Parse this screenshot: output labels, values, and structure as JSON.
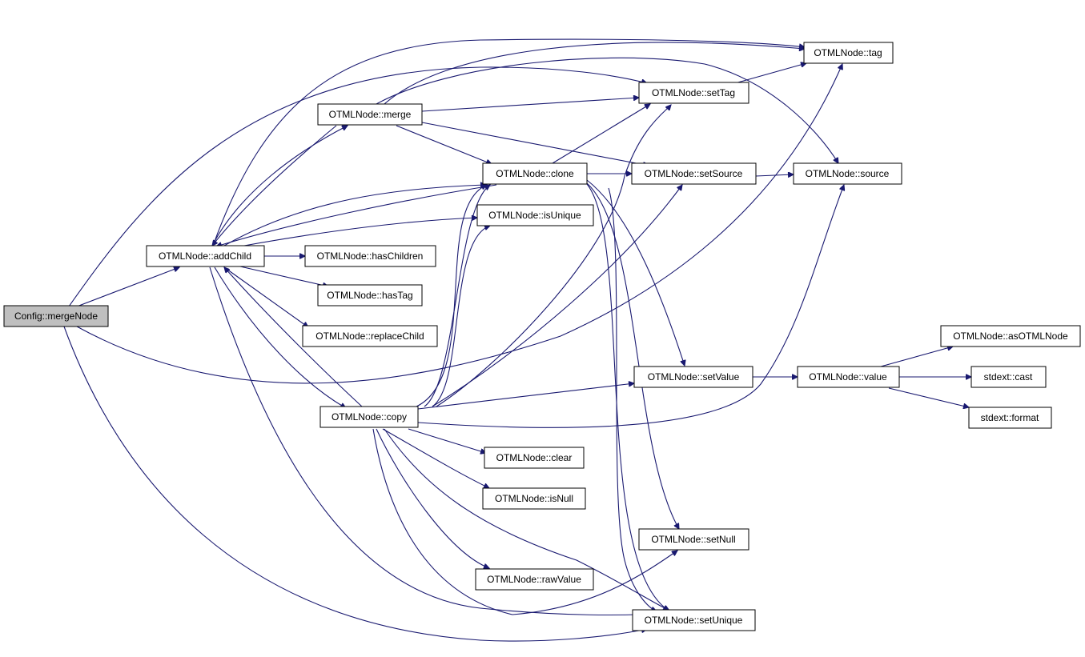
{
  "graph": {
    "root": "Config::mergeNode",
    "colors": {
      "edge": "#191970",
      "node_border": "#000000",
      "root_fill": "#bfbfbf",
      "node_fill": "#ffffff"
    },
    "nodes": {
      "merge_node": "Config::mergeNode",
      "add_child": "OTMLNode::addChild",
      "merge": "OTMLNode::merge",
      "tag": "OTMLNode::tag",
      "set_tag": "OTMLNode::setTag",
      "clone": "OTMLNode::clone",
      "set_source": "OTMLNode::setSource",
      "source": "OTMLNode::source",
      "is_unique": "OTMLNode::isUnique",
      "has_children": "OTMLNode::hasChildren",
      "has_tag": "OTMLNode::hasTag",
      "replace_child": "OTMLNode::replaceChild",
      "set_value": "OTMLNode::setValue",
      "value": "OTMLNode::value",
      "as_otml_node": "OTMLNode::asOTMLNode",
      "cast": "stdext::cast",
      "format": "stdext::format",
      "copy": "OTMLNode::copy",
      "clear": "OTMLNode::clear",
      "is_null": "OTMLNode::isNull",
      "set_null": "OTMLNode::setNull",
      "raw_value": "OTMLNode::rawValue",
      "set_unique": "OTMLNode::setUnique"
    }
  }
}
